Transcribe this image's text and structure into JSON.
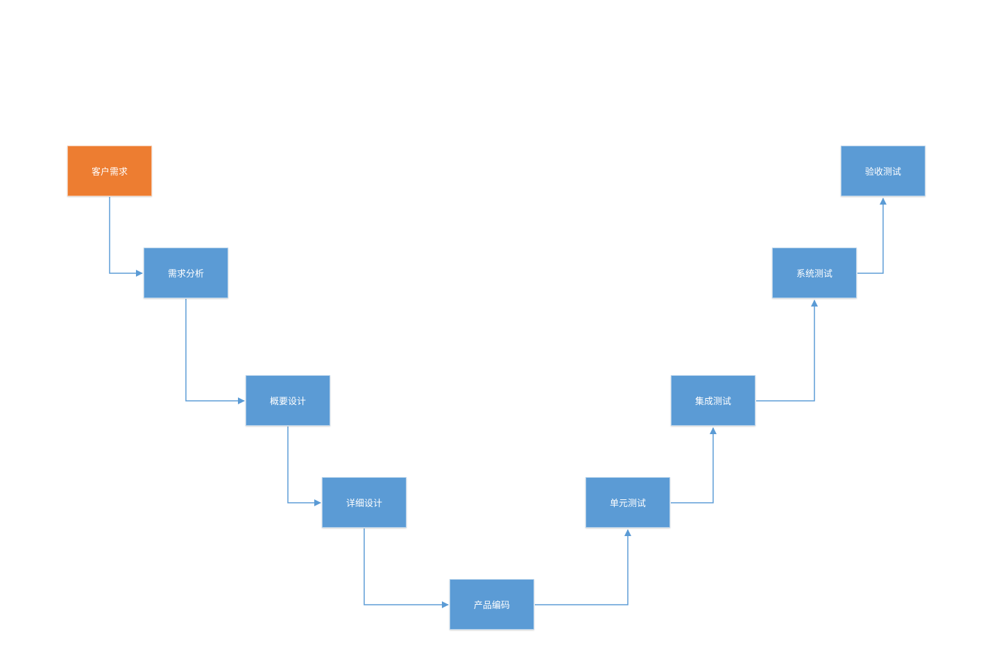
{
  "colors": {
    "start_node": "#ed7d31",
    "process_node": "#5b9bd5",
    "connector": "#5b9bd5",
    "node_text": "#ffffff",
    "background": "#ffffff"
  },
  "nodes": {
    "customer_requirements": "客户需求",
    "requirements_analysis": "需求分析",
    "high_level_design": "概要设计",
    "detailed_design": "详细设计",
    "product_coding": "产品编码",
    "unit_testing": "单元测试",
    "integration_testing": "集成测试",
    "system_testing": "系统测试",
    "acceptance_testing": "验收测试"
  },
  "edges": [
    {
      "from": "customer_requirements",
      "to": "requirements_analysis"
    },
    {
      "from": "requirements_analysis",
      "to": "high_level_design"
    },
    {
      "from": "high_level_design",
      "to": "detailed_design"
    },
    {
      "from": "detailed_design",
      "to": "product_coding"
    },
    {
      "from": "product_coding",
      "to": "unit_testing"
    },
    {
      "from": "unit_testing",
      "to": "integration_testing"
    },
    {
      "from": "integration_testing",
      "to": "system_testing"
    },
    {
      "from": "system_testing",
      "to": "acceptance_testing"
    }
  ]
}
